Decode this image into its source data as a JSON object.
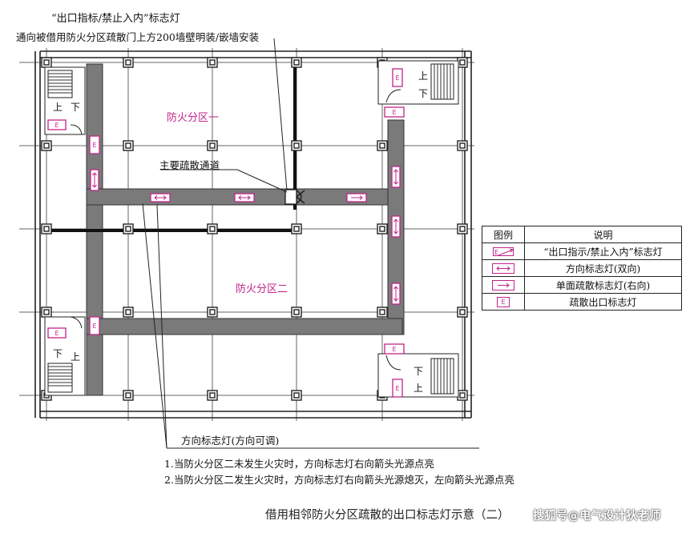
{
  "callouts": {
    "top_line1": "“出口指标/禁止入内”标志灯",
    "top_line2": "通向被借用防火分区疏散门上方200墙壁明装/嵌墙安装",
    "main_corridor": "主要疏散通道",
    "direction_light": "方向标志灯(方向可调)"
  },
  "zones": {
    "zone1": "防火分区一",
    "zone2": "防火分区二"
  },
  "stairs": {
    "up": "上",
    "down": "下"
  },
  "sign_letter": "E",
  "legend": {
    "header_symbol": "图例",
    "header_desc": "说明",
    "rows": [
      {
        "icon": "exit-no-entry-sign-icon",
        "desc": "“出口指示/禁止入内”标志灯"
      },
      {
        "icon": "bidirectional-arrow-sign-icon",
        "desc": "方向标志灯(双向)"
      },
      {
        "icon": "right-arrow-sign-icon",
        "desc": "单面疏散标志灯(右向)"
      },
      {
        "icon": "exit-e-sign-icon",
        "desc": "疏散出口标志灯"
      }
    ]
  },
  "notes": [
    "1.当防火分区二未发生火灾时，方向标志灯右向箭头光源点亮",
    "2.当防火分区二发生火灾时，方向标志灯右向箭头光源熄灭，左向箭头光源点亮"
  ],
  "caption": "借用相邻防火分区疏散的出口标志灯示意（二）",
  "watermark": "搜狐号@电气设计狄老师",
  "colors": {
    "sign": "#c0248a",
    "corridor": "#7a7a7a",
    "wall": "#111111",
    "grid": "#555555"
  }
}
